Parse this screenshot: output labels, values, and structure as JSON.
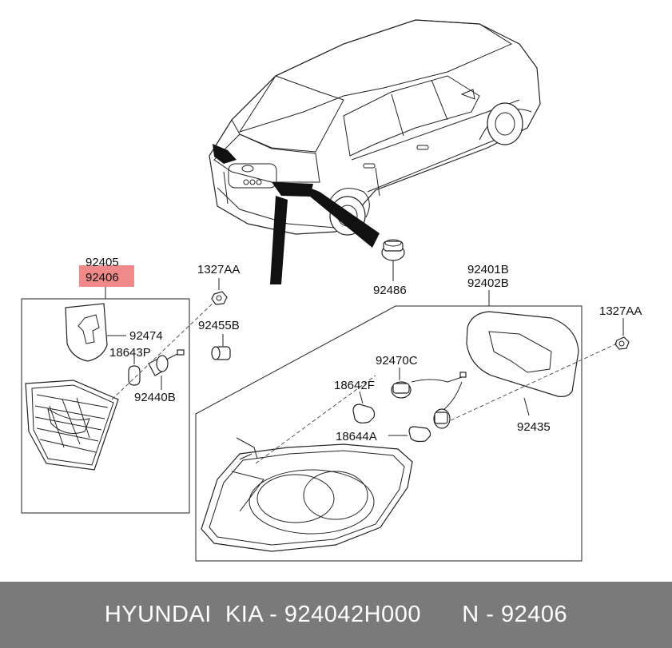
{
  "labels": {
    "p92405": "92405",
    "p92406": "92406",
    "p92474": "92474",
    "p18643P": "18643P",
    "p92440B": "92440B",
    "p1327AA_left": "1327AA",
    "p92455B": "92455B",
    "p92486": "92486",
    "p92401B": "92401B",
    "p92402B": "92402B",
    "p1327AA_right": "1327AA",
    "p92470C": "92470C",
    "p18642F": "18642F",
    "p18644A": "18644A",
    "p92435": "92435"
  },
  "highlight_color": "#f08a8a",
  "footer": {
    "text": "HYUNDAI  KIA - 924042H000      N - 92406"
  }
}
